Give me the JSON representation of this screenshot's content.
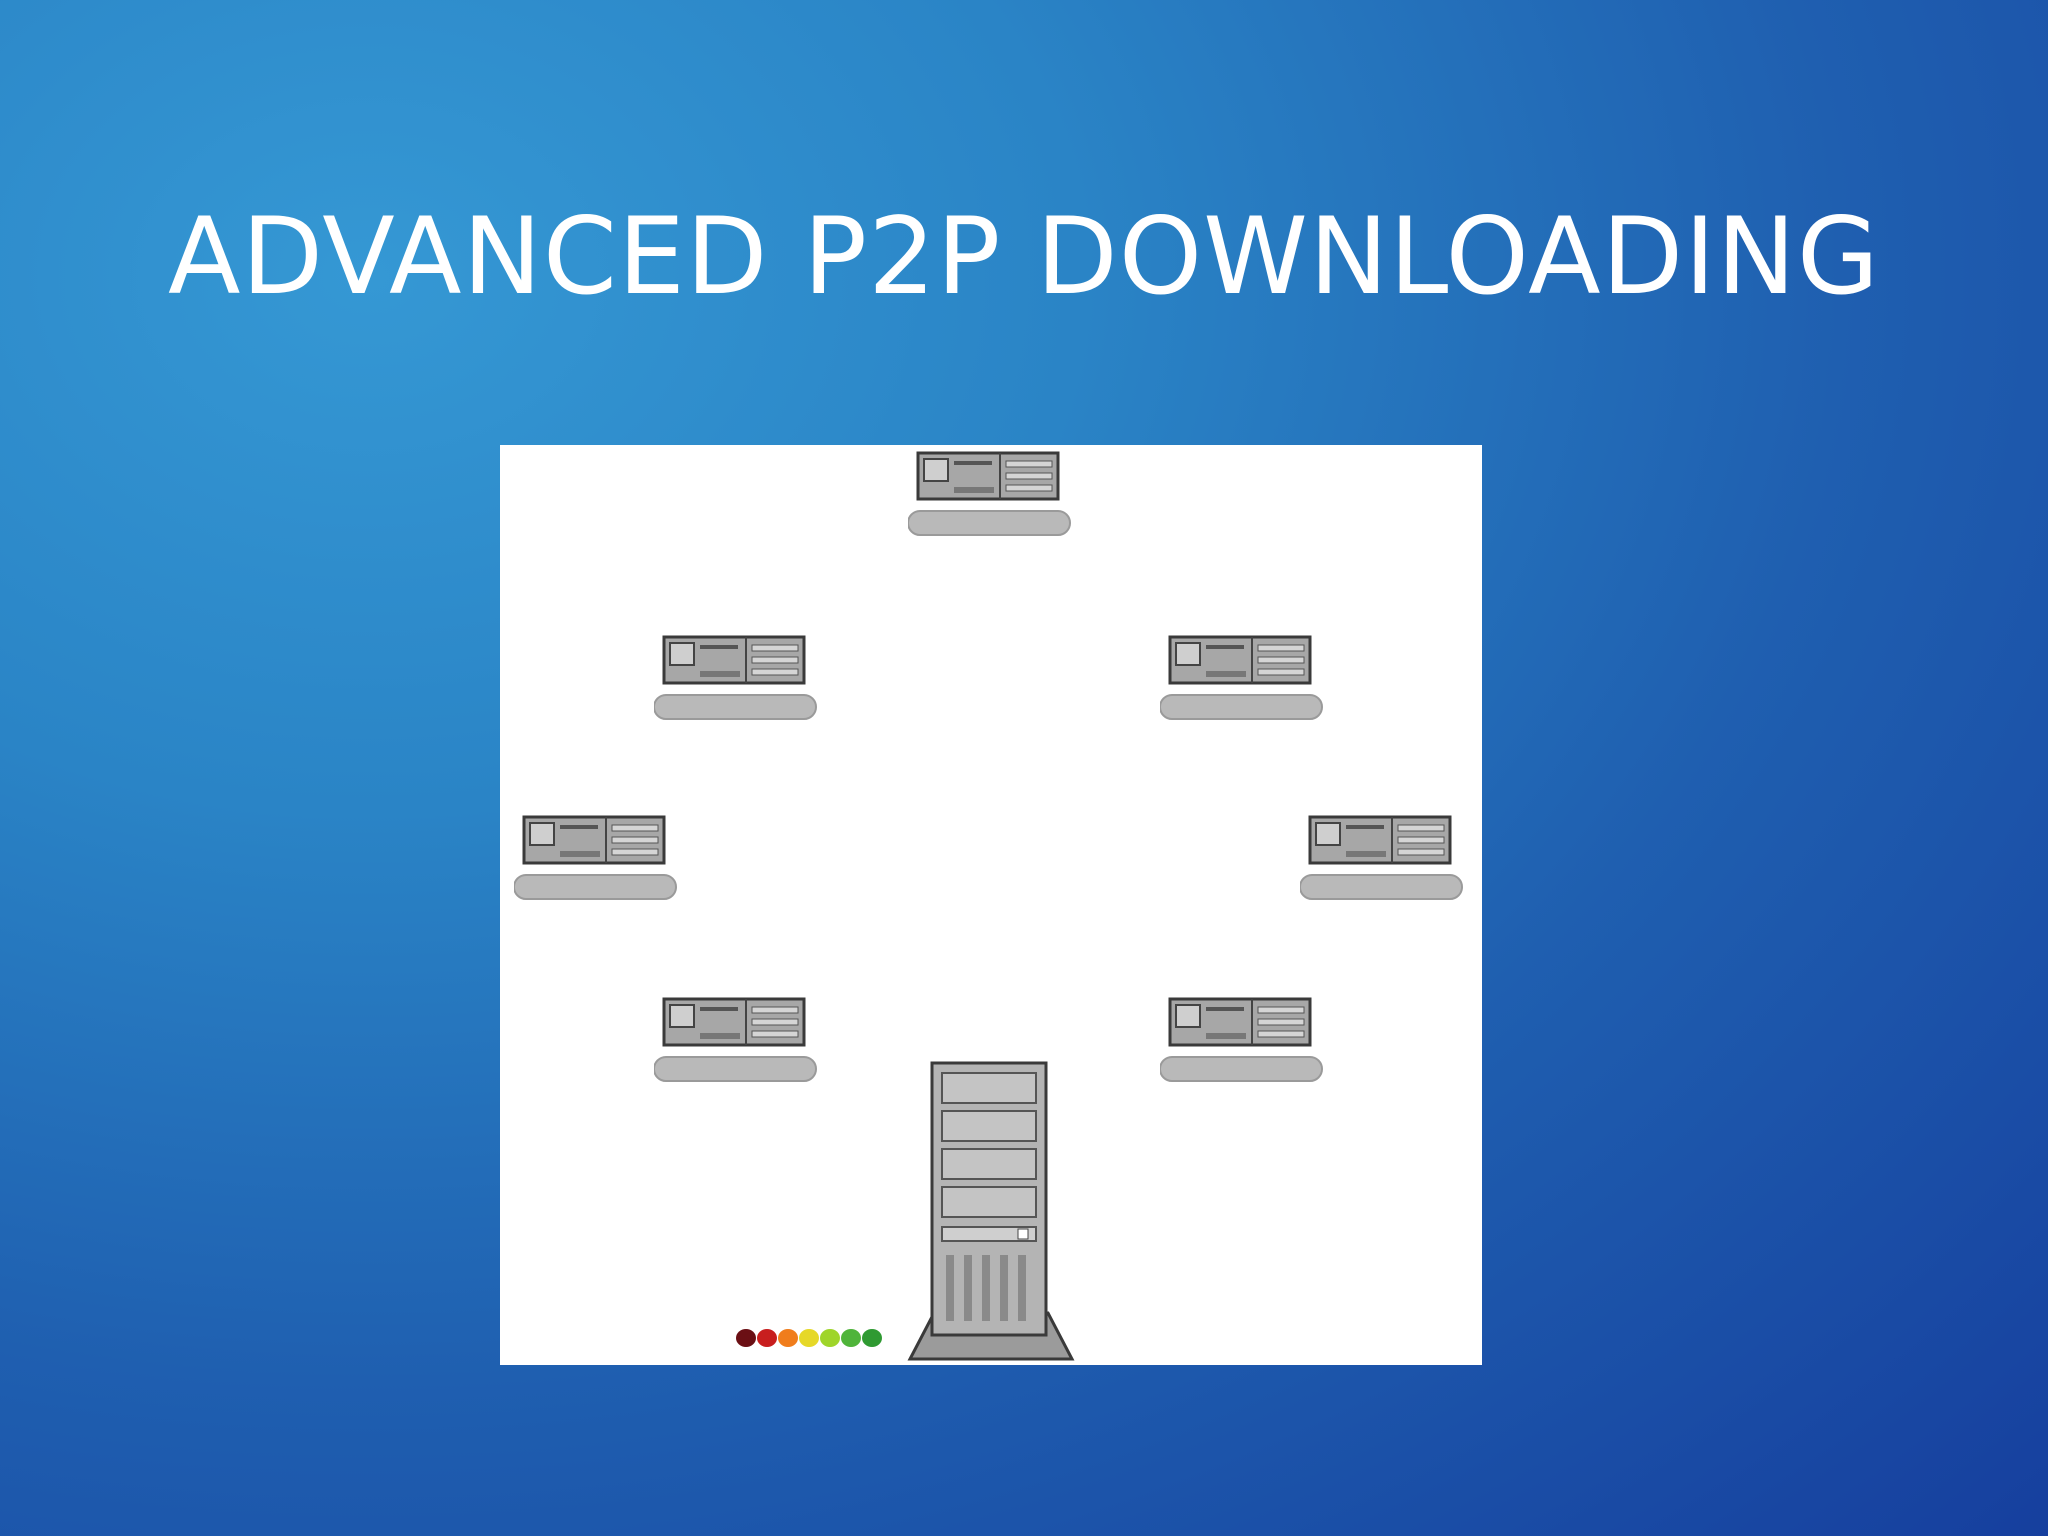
{
  "slide": {
    "title": "ADVANCED P2P DOWNLOADING"
  },
  "diagram": {
    "peers": [
      {
        "id": "top"
      },
      {
        "id": "upper-left"
      },
      {
        "id": "upper-right"
      },
      {
        "id": "middle-left"
      },
      {
        "id": "middle-right"
      },
      {
        "id": "lower-left"
      },
      {
        "id": "lower-right"
      }
    ],
    "server": {
      "id": "central-tower"
    },
    "progress_meter": {
      "segments": [
        "#6b0f14",
        "#c81e1e",
        "#f07d1c",
        "#e6d828",
        "#9fd52a",
        "#4fb43a",
        "#2f9a32"
      ]
    }
  },
  "colors": {
    "background_top": "#3598d4",
    "background_bottom": "#163f9e",
    "panel": "#ffffff",
    "device_gray": "#a9a9a9"
  }
}
